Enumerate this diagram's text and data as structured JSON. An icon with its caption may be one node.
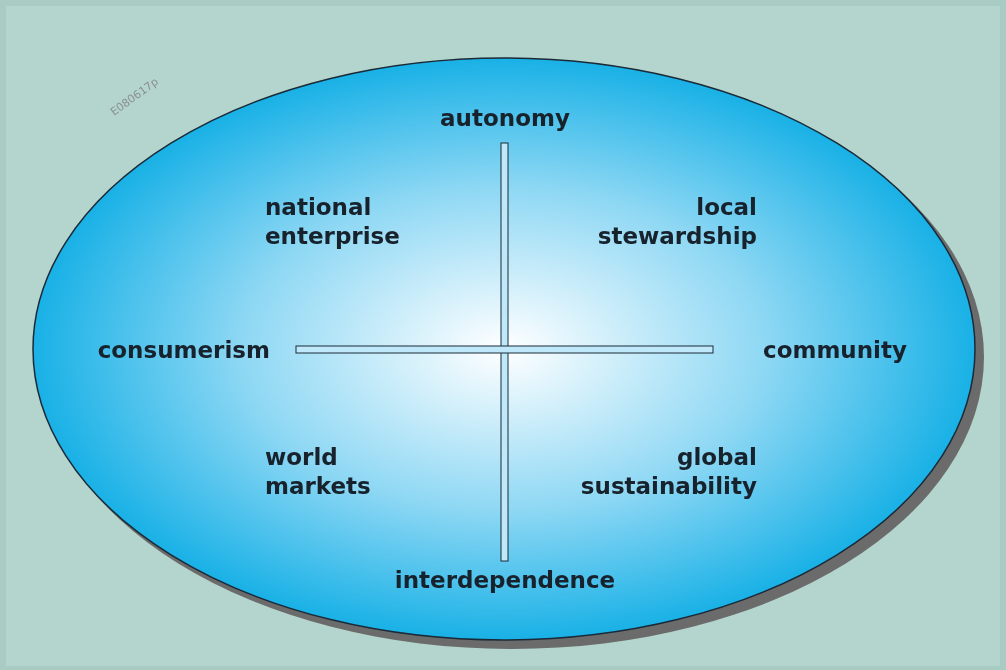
{
  "diagram": {
    "labels": [
      "E080617p",
      "autonomy",
      "national enterprise",
      "local stewardship",
      "consumerism",
      "community",
      "world markets",
      "global sustainability",
      "interdependence"
    ]
  }
}
